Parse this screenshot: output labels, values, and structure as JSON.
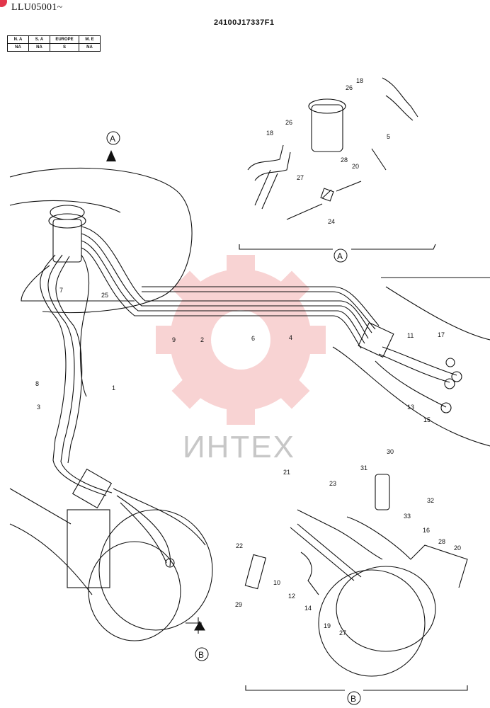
{
  "header": {
    "series": "LLU05001~",
    "part_number": "24100J17337F1"
  },
  "region_table": {
    "headers": [
      "N. A",
      "S. A",
      "EUROPE",
      "M. E"
    ],
    "values": [
      "NA",
      "NA",
      "S",
      "NA"
    ]
  },
  "watermark": "ИНТЕХ",
  "detail_labels": {
    "view_a": "A",
    "view_b": "B"
  },
  "callouts": [
    "1",
    "2",
    "3",
    "4",
    "5",
    "6",
    "7",
    "8",
    "9",
    "10",
    "11",
    "12",
    "13",
    "14",
    "15",
    "16",
    "17",
    "18",
    "19",
    "20",
    "21",
    "22",
    "23",
    "24",
    "25",
    "26",
    "27",
    "28",
    "29",
    "30",
    "31",
    "32",
    "33"
  ]
}
